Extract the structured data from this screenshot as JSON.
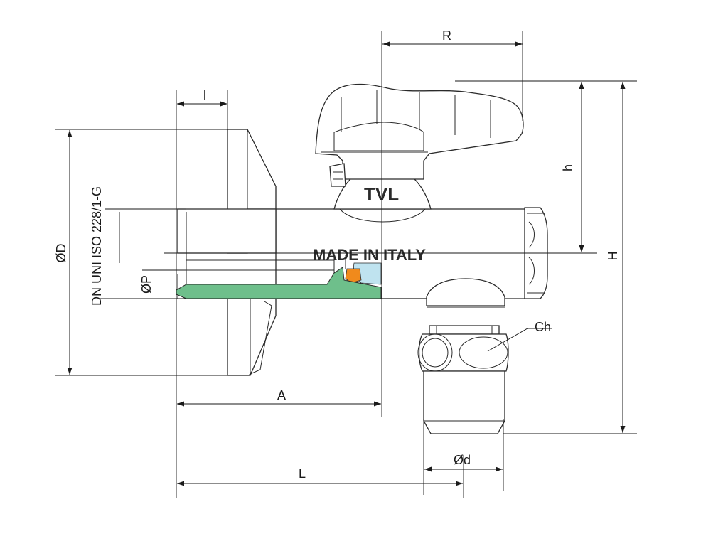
{
  "dimension_labels": {
    "R": "R",
    "l": "l",
    "h": "h",
    "H": "H",
    "OD": "ØD",
    "thread": "DN UNI ISO 228/1-G",
    "OP": "ØP",
    "A": "A",
    "L": "L",
    "Od": "Ød",
    "Ch": "Ch"
  },
  "stamps": {
    "brand": "TVL",
    "origin": "MADE IN ITALY"
  },
  "colors": {
    "line": "#2a2a2a",
    "seal_green": "#6ebf8b",
    "seal_orange": "#f08a1c",
    "water_blue": "#bfe3ef",
    "background": "#ffffff"
  }
}
